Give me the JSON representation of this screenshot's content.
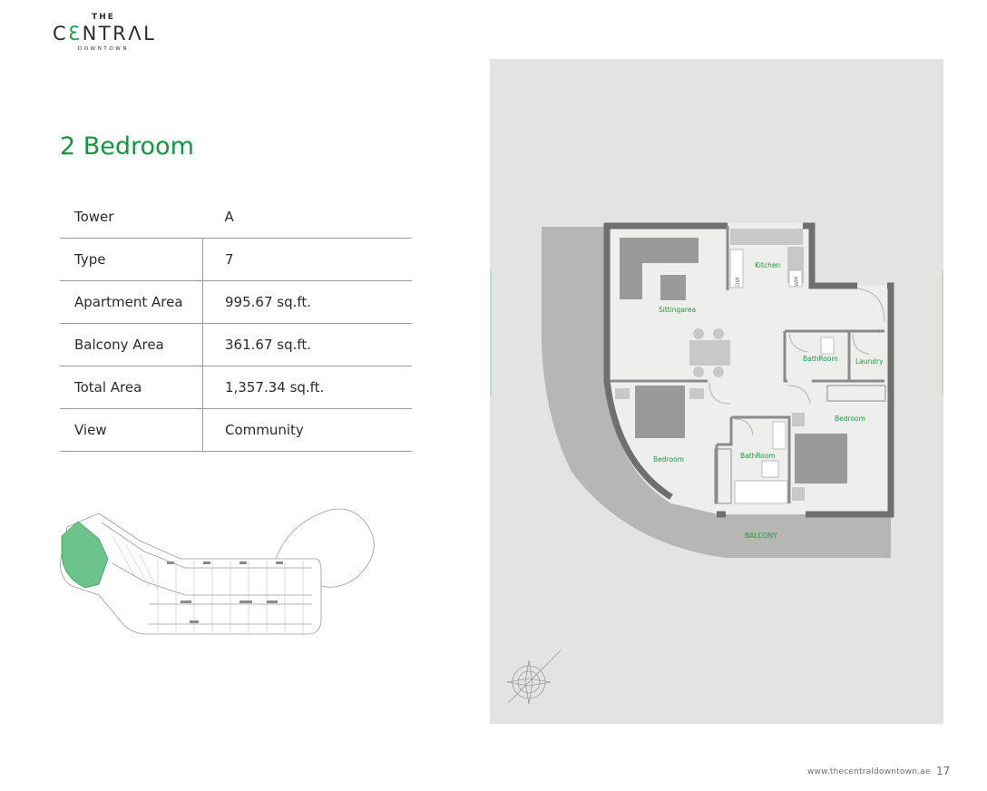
{
  "brand": {
    "the": "THE",
    "central_pre": "C",
    "central_e": "Ɛ",
    "central_post": "NTRΛL",
    "downtown": "DOWNTOWN"
  },
  "title": "2 Bedroom",
  "specs": [
    {
      "label": "Tower",
      "value": "A"
    },
    {
      "label": "Type",
      "value": "7"
    },
    {
      "label": "Apartment Area",
      "value": "995.67 sq.ft."
    },
    {
      "label": "Balcony Area",
      "value": "361.67 sq.ft."
    },
    {
      "label": "Total Area",
      "value": "1,357.34 sq.ft."
    },
    {
      "label": "View",
      "value": "Community"
    }
  ],
  "floorplan": {
    "rooms": {
      "kitchen": "Kitchen",
      "sitting": "Sittingarea",
      "bath1": "BathRoom",
      "laundry": "Laundry",
      "bedroom_right": "Bedroom",
      "bedroom_left": "Bedroom",
      "bath2": "BathRoom",
      "balcony": "BALCONY"
    },
    "fixtures": {
      "dw": "DW",
      "wm": "WM"
    }
  },
  "colors": {
    "accent": "#10973f",
    "room_label": "#1f9b3a",
    "highlight": "#6dc48a",
    "wall": "#6f6f6f"
  },
  "footer": {
    "url": "www.thecentraldowntown.ae",
    "page": "17"
  }
}
